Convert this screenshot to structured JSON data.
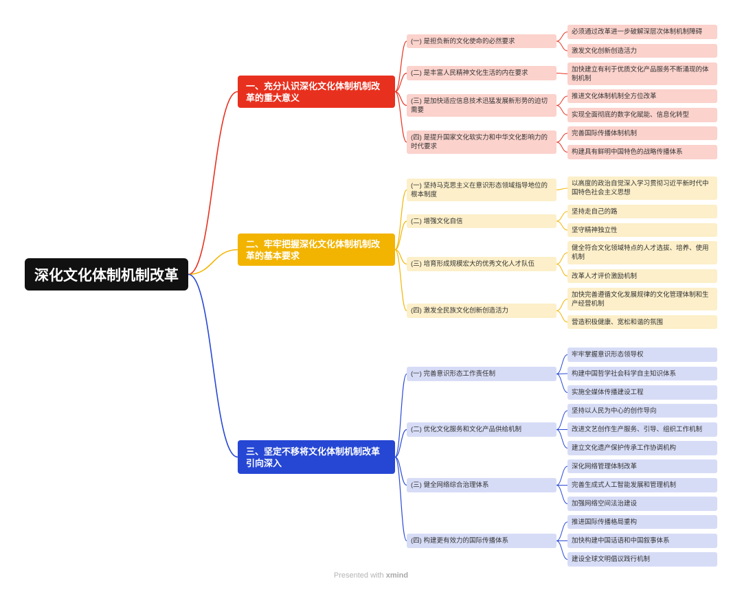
{
  "root": "深化文化体制机制改革",
  "branches": [
    {
      "title": "一、充分认识深化文化体制机制改革的重大意义",
      "color": "#e8301e",
      "subs": [
        {
          "label": "(一) 是担负新的文化使命的必然要求",
          "leaves": [
            "必须通过改革进一步破解深层次体制机制障碍",
            "激发文化创新创造活力"
          ]
        },
        {
          "label": "(二) 是丰富人民精神文化生活的内在要求",
          "leaves": [
            "加快建立有利于优质文化产品服务不断涌现的体制机制"
          ]
        },
        {
          "label": "(三) 是加快适应信息技术迅猛发展新形势的迫切需要",
          "leaves": [
            "推进文化体制机制全方位改革",
            "实现全面彻底的数字化赋能、信息化转型"
          ]
        },
        {
          "label": "(四) 是提升国家文化软实力和中华文化影响力的时代要求",
          "leaves": [
            "完善国际传播体制机制",
            "构建具有鲜明中国特色的战略传播体系"
          ]
        }
      ]
    },
    {
      "title": "二、牢牢把握深化文化体制机制改革的基本要求",
      "color": "#f2b400",
      "subs": [
        {
          "label": "(一) 坚持马克思主义在意识形态领域指导地位的根本制度",
          "leaves": [
            "以高度的政治自觉深入学习贯彻习近平新时代中国特色社会主义思想"
          ]
        },
        {
          "label": "(二) 增强文化自信",
          "leaves": [
            "坚持走自己的路",
            "坚守精神独立性"
          ]
        },
        {
          "label": "(三) 培育形成规模宏大的优秀文化人才队伍",
          "leaves": [
            "健全符合文化领域特点的人才选拔、培养、使用机制",
            "改革人才评价激励机制"
          ]
        },
        {
          "label": "(四) 激发全民族文化创新创造活力",
          "leaves": [
            "加快完善遵循文化发展规律的文化管理体制和生产经营机制",
            "营造积极健康、宽松和谐的氛围"
          ]
        }
      ]
    },
    {
      "title": "三、坚定不移将文化体制机制改革引向深入",
      "color": "#2647d4",
      "subs": [
        {
          "label": "(一) 完善意识形态工作责任制",
          "leaves": [
            "牢牢掌握意识形态领导权",
            "构建中国哲学社会科学自主知识体系",
            "实施全媒体传播建设工程"
          ]
        },
        {
          "label": "(二) 优化文化服务和文化产品供给机制",
          "leaves": [
            "坚持以人民为中心的创作导向",
            "改进文艺创作生产服务、引导、组织工作机制",
            "建立文化遗产保护传承工作协调机构"
          ]
        },
        {
          "label": "(三) 健全网络综合治理体系",
          "leaves": [
            "深化网络管理体制改革",
            "完善生成式人工智能发展和管理机制",
            "加强网络空间法治建设"
          ]
        },
        {
          "label": "(四) 构建更有效力的国际传播体系",
          "leaves": [
            "推进国际传播格局重构",
            "加快构建中国话语和中国叙事体系",
            "建设全球文明倡议践行机制"
          ]
        }
      ]
    }
  ],
  "footer": {
    "prefix": "Presented with",
    "brand": "xmind"
  }
}
